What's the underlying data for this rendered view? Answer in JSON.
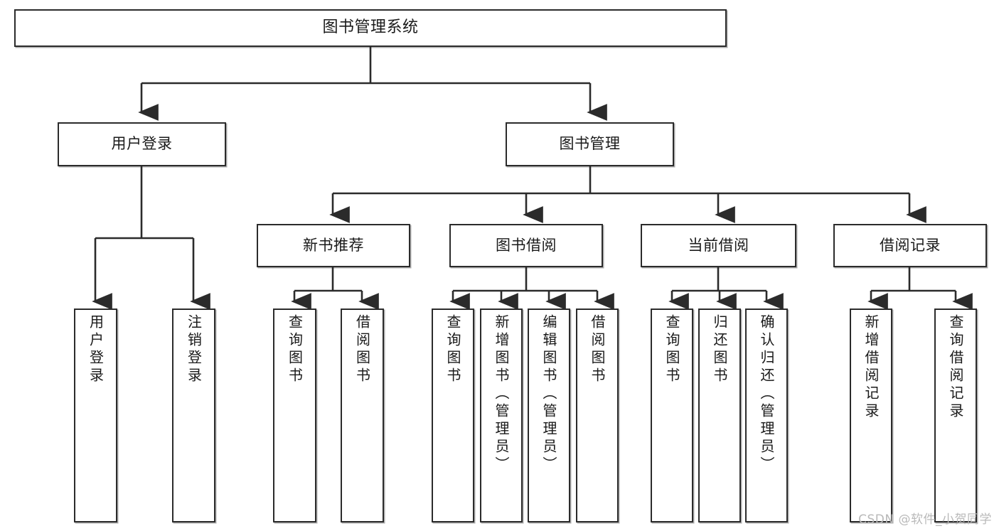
{
  "diagram": {
    "title": "图书管理系统",
    "root": {
      "id": "root",
      "label": "图书管理系统"
    },
    "level2": [
      {
        "id": "user-login",
        "label": "用户登录"
      },
      {
        "id": "book-manage",
        "label": "图书管理"
      }
    ],
    "level3": [
      {
        "id": "new-book-recommend",
        "label": "新书推荐",
        "parent": "book-manage"
      },
      {
        "id": "book-borrow",
        "label": "图书借阅",
        "parent": "book-manage"
      },
      {
        "id": "current-borrow",
        "label": "当前借阅",
        "parent": "book-manage"
      },
      {
        "id": "borrow-record",
        "label": "借阅记录",
        "parent": "book-manage"
      }
    ],
    "leaves": [
      {
        "id": "leaf-user-login",
        "label": "用户登录",
        "parent": "user-login"
      },
      {
        "id": "leaf-user-logout",
        "label": "注销登录",
        "parent": "user-login"
      },
      {
        "id": "leaf-query-book-1",
        "label": "查询图书",
        "parent": "new-book-recommend"
      },
      {
        "id": "leaf-borrow-book-1",
        "label": "借阅图书",
        "parent": "new-book-recommend"
      },
      {
        "id": "leaf-query-book-2",
        "label": "查询图书",
        "parent": "book-borrow"
      },
      {
        "id": "leaf-add-book",
        "label": "新增图书（管理员）",
        "parent": "book-borrow"
      },
      {
        "id": "leaf-edit-book",
        "label": "编辑图书（管理员）",
        "parent": "book-borrow"
      },
      {
        "id": "leaf-borrow-book-2",
        "label": "借阅图书",
        "parent": "book-borrow"
      },
      {
        "id": "leaf-query-book-3",
        "label": "查询图书",
        "parent": "current-borrow"
      },
      {
        "id": "leaf-return-book",
        "label": "归还图书",
        "parent": "current-borrow"
      },
      {
        "id": "leaf-confirm-return",
        "label": "确认归还（管理员）",
        "parent": "current-borrow"
      },
      {
        "id": "leaf-add-record",
        "label": "新增借阅记录",
        "parent": "borrow-record"
      },
      {
        "id": "leaf-query-record",
        "label": "查询借阅记录",
        "parent": "borrow-record"
      }
    ],
    "watermark": "CSDN @软件_小贺同学",
    "colors": {
      "background": "#ffffff",
      "box_border": "#2b2b2b",
      "box_fill": "#ffffff",
      "connector": "#2b2b2b",
      "text": "#1a1a1a",
      "watermark": "#b9b9b9"
    }
  }
}
